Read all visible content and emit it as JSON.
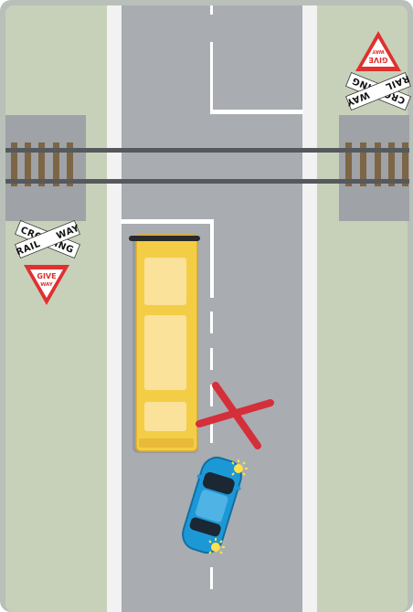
{
  "colors": {
    "frame": "#b9c0b9",
    "verge": "#c7d1b9",
    "road": "#a9acb1",
    "edge_line": "#f2f2f2",
    "rail_panel": "#9fa2a6",
    "rail": "#55585d",
    "sleeper": "#7c6645",
    "bus": "#f4cd47",
    "bus_window": "#fae29a",
    "car": "#1d98d6",
    "car_glass": "#1b2733",
    "indicator": "#ffe14a",
    "cross": "#d42f3a",
    "sign_red": "#e03030"
  },
  "signs": {
    "crossing_word": "CROSSING",
    "way_word": "WAY",
    "rail_word": "RAIL",
    "give_word": "GIVE",
    "way_small": "WAY"
  },
  "scene": {
    "blocked_move_marker": "cross-icon",
    "bus_icon": "bus-icon",
    "car_icon": "car-icon"
  }
}
